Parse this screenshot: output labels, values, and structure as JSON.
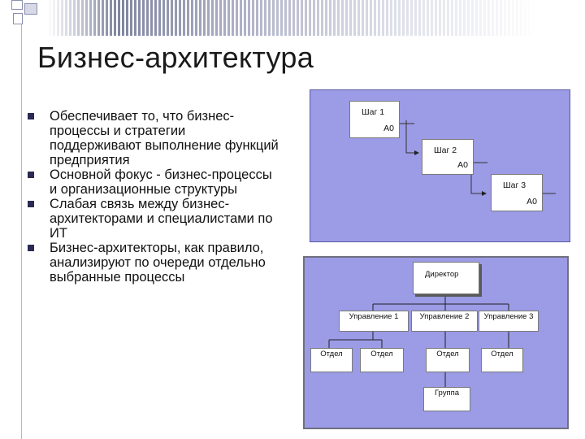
{
  "slide": {
    "title": "Бизнес-архитектура",
    "bullets": [
      "Обеспечивает то, что бизнес-процессы и стратегии поддерживают выполнение функций предприятия",
      "Основной фокус -  бизнес-процессы и организационные структуры",
      "Слабая связь между бизнес-архитекторами и специалистами по ИТ",
      "Бизнес-архитекторы, как правило, анализируют по очереди отдельно выбранные процессы"
    ]
  },
  "process_diagram": {
    "steps": [
      {
        "label": "Шаг 1",
        "code": "A0"
      },
      {
        "label": "Шаг 2",
        "code": "A0"
      },
      {
        "label": "Шаг 3",
        "code": "A0"
      }
    ]
  },
  "org_chart": {
    "director": "Директор",
    "departments": [
      "Управление 1",
      "Управление 2",
      "Управление 3"
    ],
    "units": [
      "Отдел",
      "Отдел",
      "Отдел",
      "Отдел"
    ],
    "group": "Группа"
  },
  "colors": {
    "panel_fill": "#9b9be6",
    "bullet_marker": "#2a2a55"
  }
}
